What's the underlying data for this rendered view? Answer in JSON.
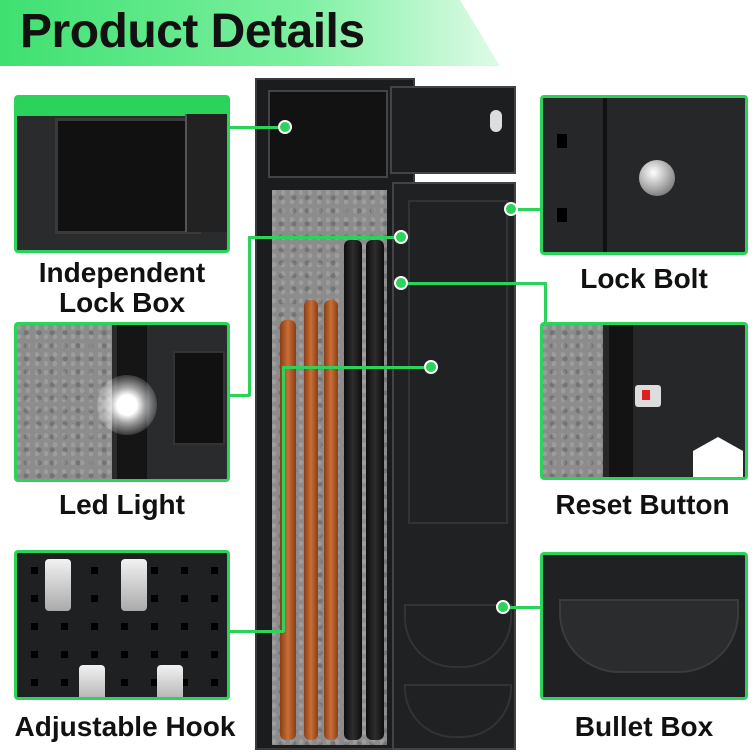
{
  "header": {
    "title": "Product Details"
  },
  "labels": {
    "lock_box": "Independent\nLock Box",
    "lock_box_line1": "Independent",
    "lock_box_line2": "Lock Box",
    "led_light": "Led Light",
    "adjustable_hook": "Adjustable Hook",
    "lock_bolt": "Lock Bolt",
    "reset_button": "Reset Button",
    "bullet_box": "Bullet Box"
  },
  "colors": {
    "accent": "#2bd35a",
    "safe_body": "#1b1c1e",
    "felt": "#8c8c8c",
    "wood": "#b5602a"
  }
}
